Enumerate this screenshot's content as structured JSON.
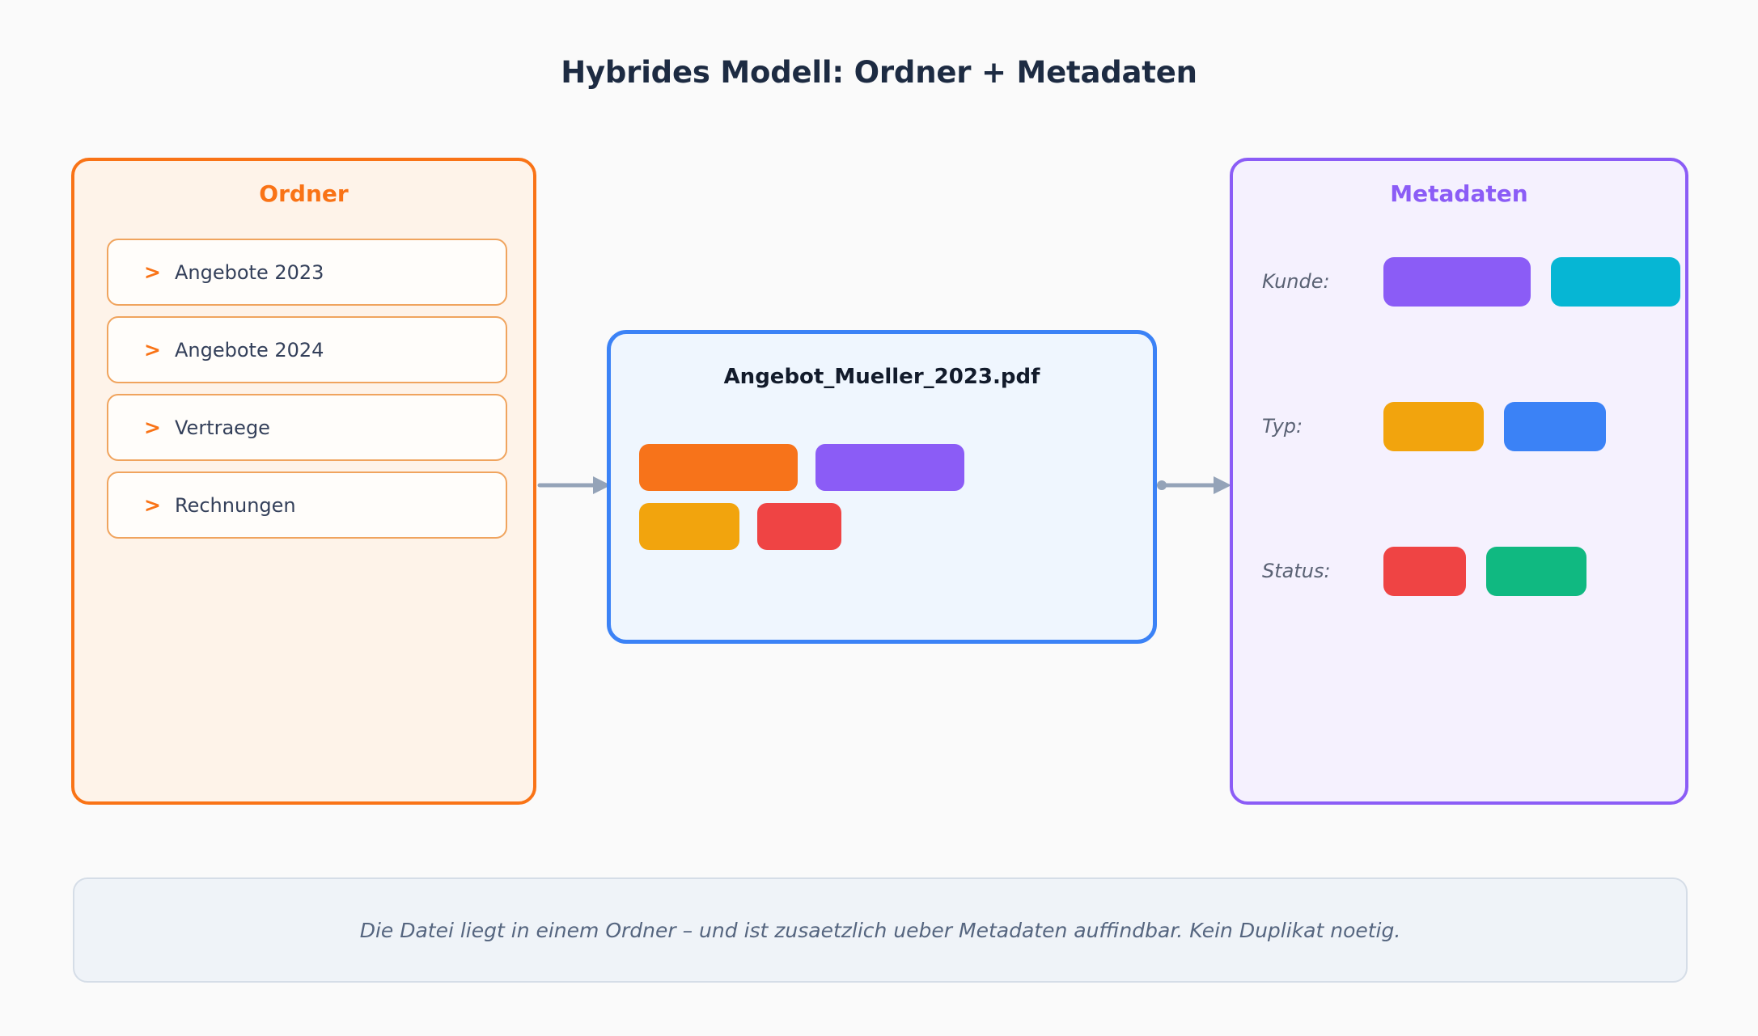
{
  "title": "Hybrides Modell: Ordner + Metadaten",
  "colors": {
    "background": "#fafafa",
    "title_text": "#1d2b42",
    "folder_accent": "#f97316",
    "file_accent": "#3b82f6",
    "metadata_accent": "#8b5cf6",
    "arrow": "#94a3b8",
    "caption_text": "#55657f"
  },
  "folders_panel": {
    "heading": "Ordner",
    "items": [
      {
        "chevron": ">",
        "label": "Angebote 2023"
      },
      {
        "chevron": ">",
        "label": "Angebote 2024"
      },
      {
        "chevron": ">",
        "label": "Vertraege"
      },
      {
        "chevron": ">",
        "label": "Rechnungen"
      }
    ]
  },
  "file_panel": {
    "filename": "Angebot_Mueller_2023.pdf",
    "tag_rows": [
      [
        {
          "name": "tag-orange",
          "color": "#f7731a",
          "width": 196,
          "height": 58
        },
        {
          "name": "tag-purple",
          "color": "#8b5cf6",
          "width": 184,
          "height": 58
        }
      ],
      [
        {
          "name": "tag-amber",
          "color": "#f2a40d",
          "width": 124,
          "height": 58
        },
        {
          "name": "tag-red",
          "color": "#ef4444",
          "width": 104,
          "height": 58
        }
      ]
    ]
  },
  "metadata_panel": {
    "heading": "Metadaten",
    "rows": [
      {
        "label": "Kunde:",
        "pills": [
          {
            "name": "pill-purple",
            "color": "#8b5cf6",
            "width": 182,
            "height": 61
          },
          {
            "name": "pill-cyan",
            "color": "#06b6d4",
            "width": 160,
            "height": 61
          }
        ]
      },
      {
        "label": "Typ:",
        "pills": [
          {
            "name": "pill-amber",
            "color": "#f2a40d",
            "width": 124,
            "height": 61
          },
          {
            "name": "pill-blue",
            "color": "#3b82f6",
            "width": 126,
            "height": 61
          }
        ]
      },
      {
        "label": "Status:",
        "pills": [
          {
            "name": "pill-red",
            "color": "#ef4444",
            "width": 102,
            "height": 61
          },
          {
            "name": "pill-green",
            "color": "#10b981",
            "width": 124,
            "height": 61
          }
        ]
      }
    ]
  },
  "connectors": [
    {
      "name": "arrow-folders-to-file",
      "from": "Ordner",
      "to": "Angebot_Mueller_2023.pdf"
    },
    {
      "name": "arrow-file-to-metadata",
      "from": "Angebot_Mueller_2023.pdf",
      "to": "Metadaten"
    }
  ],
  "caption": "Die Datei liegt in einem Ordner – und ist zusaetzlich ueber Metadaten auffindbar. Kein Duplikat noetig."
}
